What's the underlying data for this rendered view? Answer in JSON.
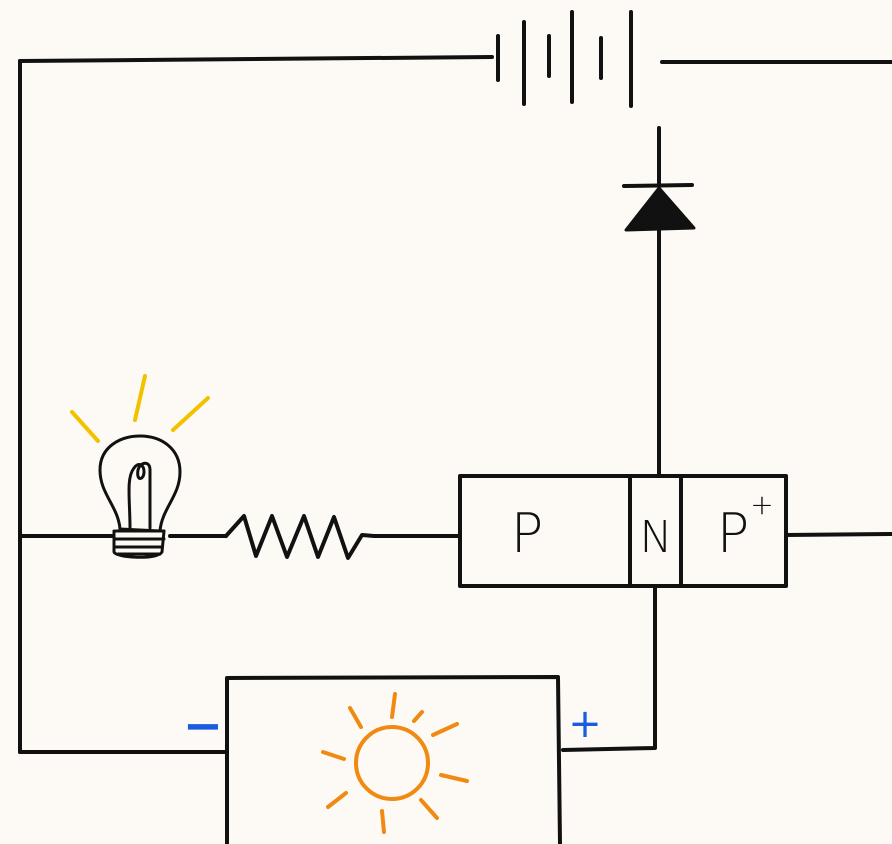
{
  "colors": {
    "background": "#fdfaf5",
    "ink": "#111111",
    "bulb_glow": "#f2c200",
    "sun": "#f08a12",
    "polarity": "#1a5de0"
  },
  "semiconductor": {
    "region_p": "P",
    "region_n": "N",
    "region_p_plus": "P",
    "p_plus_superscript": "+"
  },
  "solar_cell": {
    "negative_terminal": "−",
    "positive_terminal": "+"
  },
  "icons": {
    "battery": "battery-icon",
    "diode": "diode-icon",
    "bulb": "light-bulb-icon",
    "resistor": "resistor-icon",
    "sun": "sun-icon"
  }
}
